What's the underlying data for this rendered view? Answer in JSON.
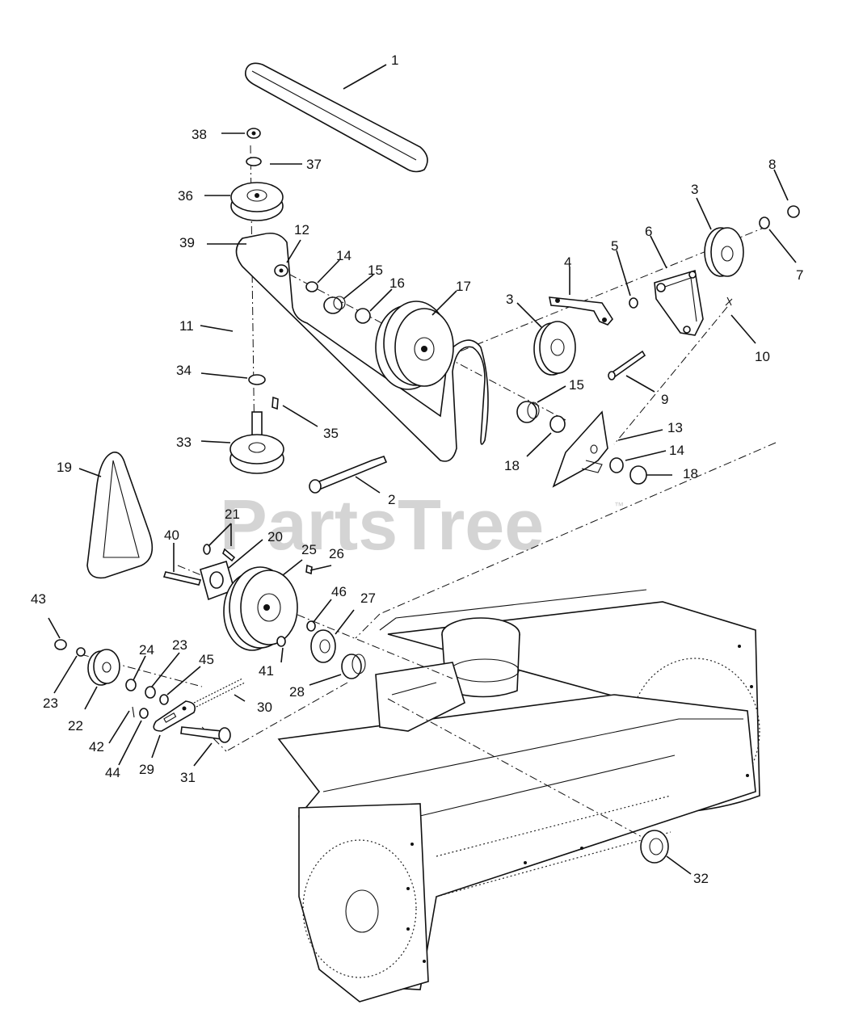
{
  "watermark": "PartsTree",
  "trademark": "™",
  "callouts": [
    {
      "id": "c1",
      "text": "1"
    },
    {
      "id": "c2",
      "text": "2"
    },
    {
      "id": "c3a",
      "text": "3"
    },
    {
      "id": "c3b",
      "text": "3"
    },
    {
      "id": "c4",
      "text": "4"
    },
    {
      "id": "c5",
      "text": "5"
    },
    {
      "id": "c6",
      "text": "6"
    },
    {
      "id": "c7",
      "text": "7"
    },
    {
      "id": "c8",
      "text": "8"
    },
    {
      "id": "c9",
      "text": "9"
    },
    {
      "id": "c10",
      "text": "10"
    },
    {
      "id": "c11",
      "text": "11"
    },
    {
      "id": "c12",
      "text": "12"
    },
    {
      "id": "c13",
      "text": "13"
    },
    {
      "id": "c14a",
      "text": "14"
    },
    {
      "id": "c14b",
      "text": "14"
    },
    {
      "id": "c15a",
      "text": "15"
    },
    {
      "id": "c15b",
      "text": "15"
    },
    {
      "id": "c16",
      "text": "16"
    },
    {
      "id": "c17",
      "text": "17"
    },
    {
      "id": "c18a",
      "text": "18"
    },
    {
      "id": "c18b",
      "text": "18"
    },
    {
      "id": "c19",
      "text": "19"
    },
    {
      "id": "c20",
      "text": "20"
    },
    {
      "id": "c21",
      "text": "21"
    },
    {
      "id": "c22",
      "text": "22"
    },
    {
      "id": "c23a",
      "text": "23"
    },
    {
      "id": "c23b",
      "text": "23"
    },
    {
      "id": "c24",
      "text": "24"
    },
    {
      "id": "c25",
      "text": "25"
    },
    {
      "id": "c26",
      "text": "26"
    },
    {
      "id": "c27",
      "text": "27"
    },
    {
      "id": "c28",
      "text": "28"
    },
    {
      "id": "c29",
      "text": "29"
    },
    {
      "id": "c30",
      "text": "30"
    },
    {
      "id": "c31",
      "text": "31"
    },
    {
      "id": "c32",
      "text": "32"
    },
    {
      "id": "c33",
      "text": "33"
    },
    {
      "id": "c34",
      "text": "34"
    },
    {
      "id": "c35",
      "text": "35"
    },
    {
      "id": "c36",
      "text": "36"
    },
    {
      "id": "c37",
      "text": "37"
    },
    {
      "id": "c38",
      "text": "38"
    },
    {
      "id": "c39",
      "text": "39"
    },
    {
      "id": "c40",
      "text": "40"
    },
    {
      "id": "c41",
      "text": "41"
    },
    {
      "id": "c42",
      "text": "42"
    },
    {
      "id": "c43",
      "text": "43"
    },
    {
      "id": "c44",
      "text": "44"
    },
    {
      "id": "c45",
      "text": "45"
    },
    {
      "id": "c46",
      "text": "46"
    }
  ]
}
